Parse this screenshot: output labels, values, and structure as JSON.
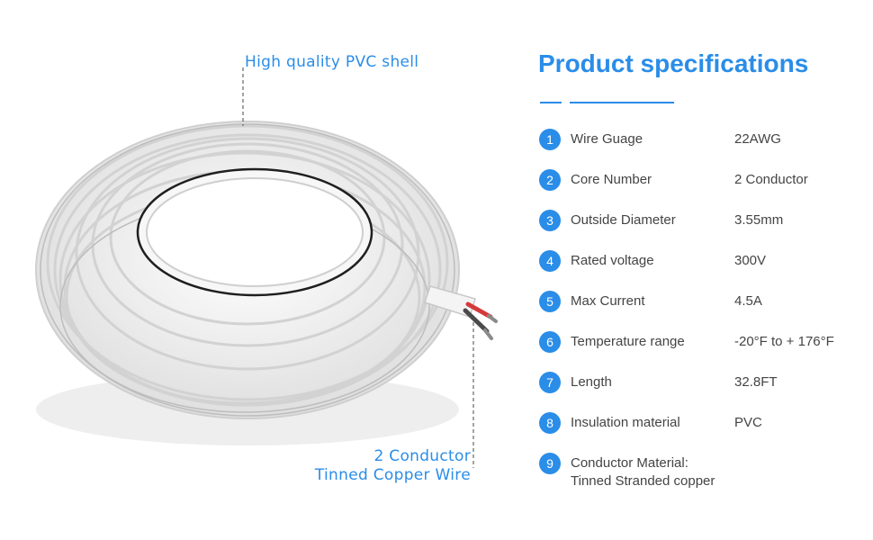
{
  "callouts": {
    "shell": "High quality PVC shell",
    "conductor_line1": "2 Conductor",
    "conductor_line2": "Tinned Copper Wire"
  },
  "specs": {
    "title": "Product specifications",
    "items": [
      {
        "num": "1",
        "label": "Wire Guage",
        "value": "22AWG"
      },
      {
        "num": "2",
        "label": "Core Number",
        "value": "2 Conductor"
      },
      {
        "num": "3",
        "label": "Outside Diameter",
        "value": "3.55mm"
      },
      {
        "num": "4",
        "label": "Rated voltage",
        "value": "300V"
      },
      {
        "num": "5",
        "label": "Max Current",
        "value": "4.5A"
      },
      {
        "num": "6",
        "label": "Temperature range",
        "value": "-20°F to + 176°F"
      },
      {
        "num": "7",
        "label": "Length",
        "value": "32.8FT"
      },
      {
        "num": "8",
        "label": "Insulation material",
        "value": "PVC"
      },
      {
        "num": "9",
        "label": "Conductor Material:",
        "label2": "Tinned Stranded copper"
      }
    ]
  },
  "colors": {
    "accent": "#2a8de8",
    "text": "#444444",
    "cable": "#f2f2f2"
  }
}
